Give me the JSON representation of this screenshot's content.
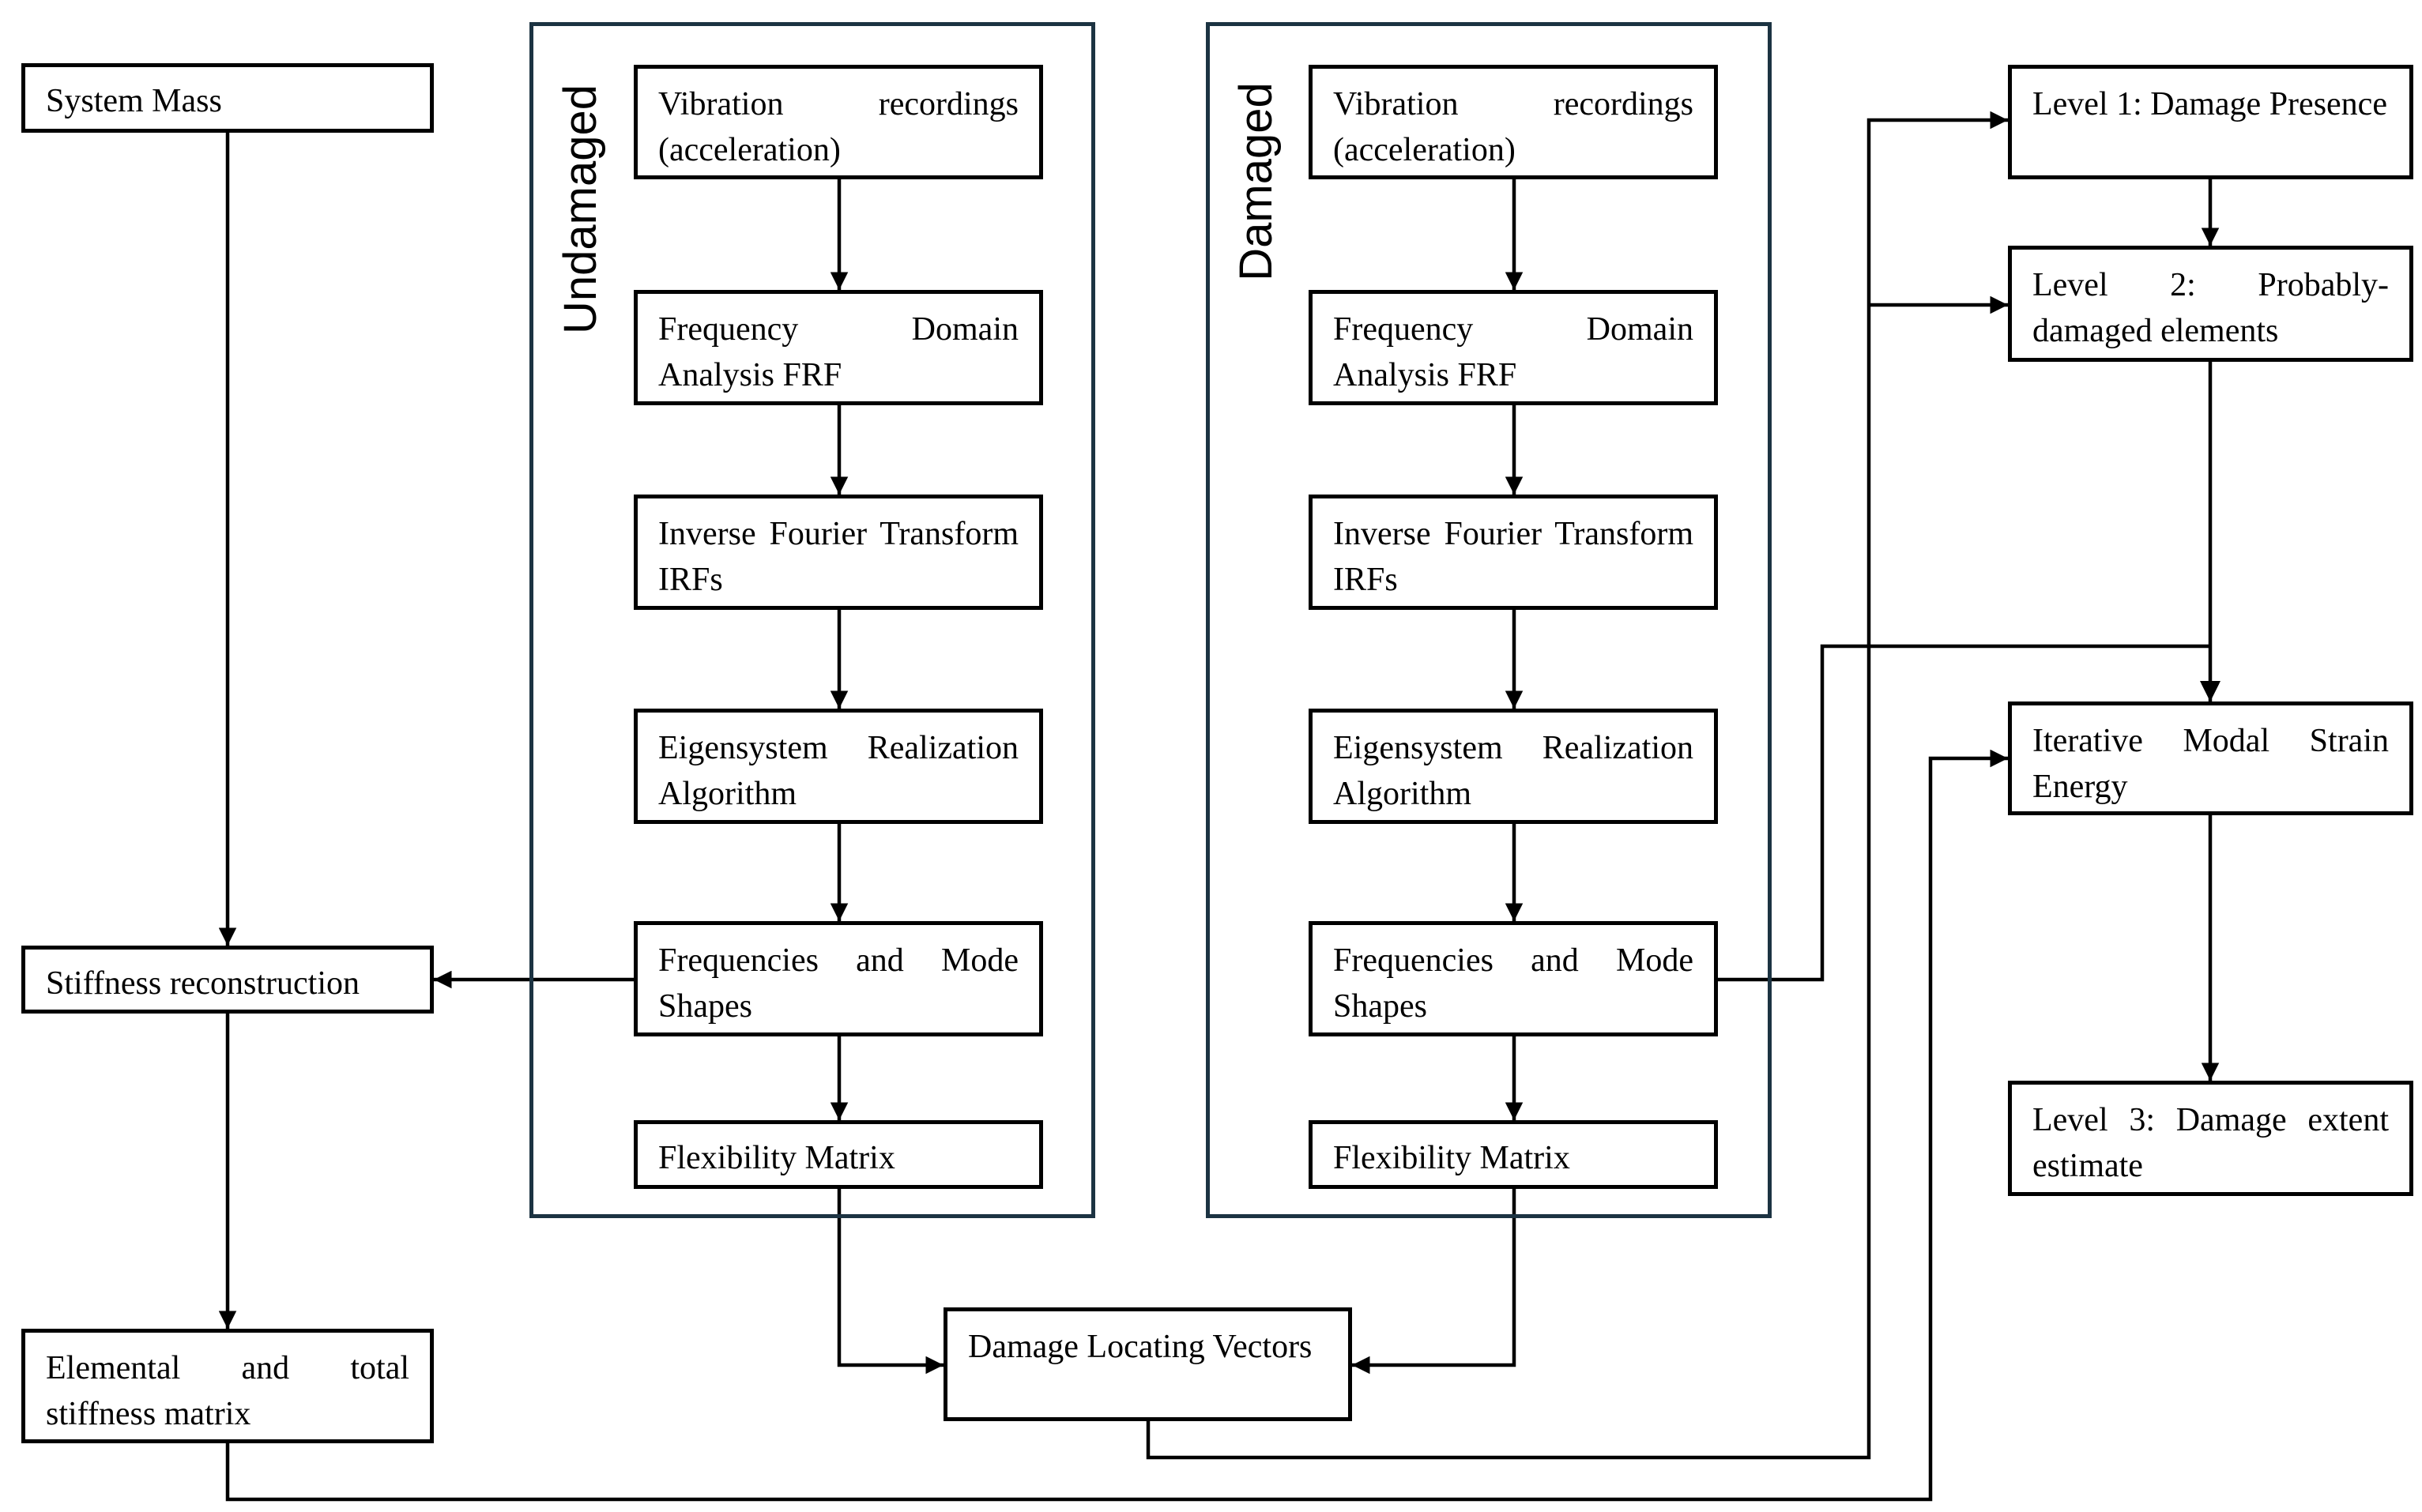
{
  "groups": {
    "undamaged": {
      "label": "Undamaged"
    },
    "damaged": {
      "label": "Damaged"
    }
  },
  "left": {
    "system_mass": "System Mass",
    "stiffness_reconstruction": "Stiffness reconstruction",
    "elemental_stiffness": "Elemental and total stiffness matrix"
  },
  "undamaged_steps": [
    "Vibration recordings (acceleration)",
    "Frequency Domain Analysis FRF",
    "Inverse Fourier Transform IRFs",
    "Eigensystem Realization Algorithm",
    "Frequencies and Mode Shapes",
    "Flexibility Matrix"
  ],
  "damaged_steps": [
    "Vibration recordings (acceleration)",
    "Frequency Domain Analysis FRF",
    "Inverse Fourier Transform IRFs",
    "Eigensystem Realization Algorithm",
    "Frequencies and Mode Shapes",
    "Flexibility Matrix"
  ],
  "center": {
    "dlv": "Damage Locating Vectors"
  },
  "right": {
    "level1": "Level 1: Damage Presence",
    "level2": "Level 2: Probably-damaged elements",
    "imse": "Iterative Modal Strain Energy",
    "level3": "Level 3: Damage extent estimate"
  },
  "colors": {
    "box_border": "#000000",
    "group_border": "#1c3342",
    "background": "#ffffff"
  }
}
